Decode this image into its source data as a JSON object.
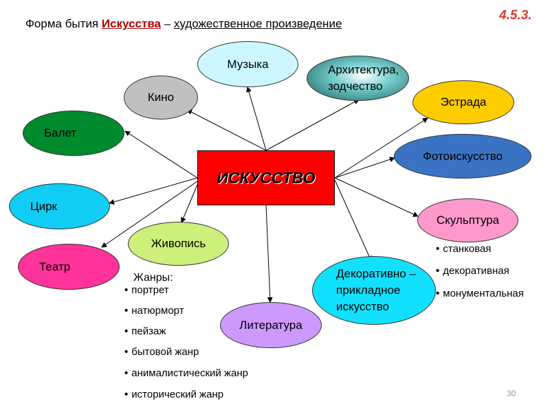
{
  "header": {
    "prefix": "Форма бытия ",
    "accent": "Искусства",
    "dash": " – ",
    "subject": "художественное произведение"
  },
  "slide_code": "4.5.3.",
  "center_label": "ИСКУССТВО",
  "nodes": {
    "muzyka": {
      "label": "Музыка",
      "color": "#ccf7ff"
    },
    "arkhitektura": {
      "label": "Архитектура,\nзодчество",
      "color": "#1a5c5c"
    },
    "kino": {
      "label": "Кино",
      "color": "#c0c0c0"
    },
    "estrada": {
      "label": "Эстрада",
      "color": "#ffcc00"
    },
    "balet": {
      "label": "Балет",
      "color": "#008a2e"
    },
    "fotoiskusstvo": {
      "label": "Фотоискусство",
      "color": "#3b73c4"
    },
    "tsirk": {
      "label": "Цирк",
      "color": "#11ccf5"
    },
    "skulptura": {
      "label": "Скульптура",
      "color": "#ff99cc"
    },
    "zhivopis": {
      "label": "Живопись",
      "color": "#ccf07a"
    },
    "teatr": {
      "label": "Театр",
      "color": "#ff3399"
    },
    "dekorativno": {
      "label": "Декоративно –\nприкладное\nискусство",
      "color": "#11e0ff"
    },
    "literatura": {
      "label": "Литература",
      "color": "#cc99ff"
    }
  },
  "genres": {
    "heading": "Жанры:",
    "items": [
      "портрет",
      "натюрморт",
      "пейзаж",
      "бытовой жанр",
      "анималистический жанр",
      "исторический жанр"
    ]
  },
  "sculpture_types": [
    "станковая",
    "декоративная",
    "монументальная"
  ],
  "page_number": "30"
}
